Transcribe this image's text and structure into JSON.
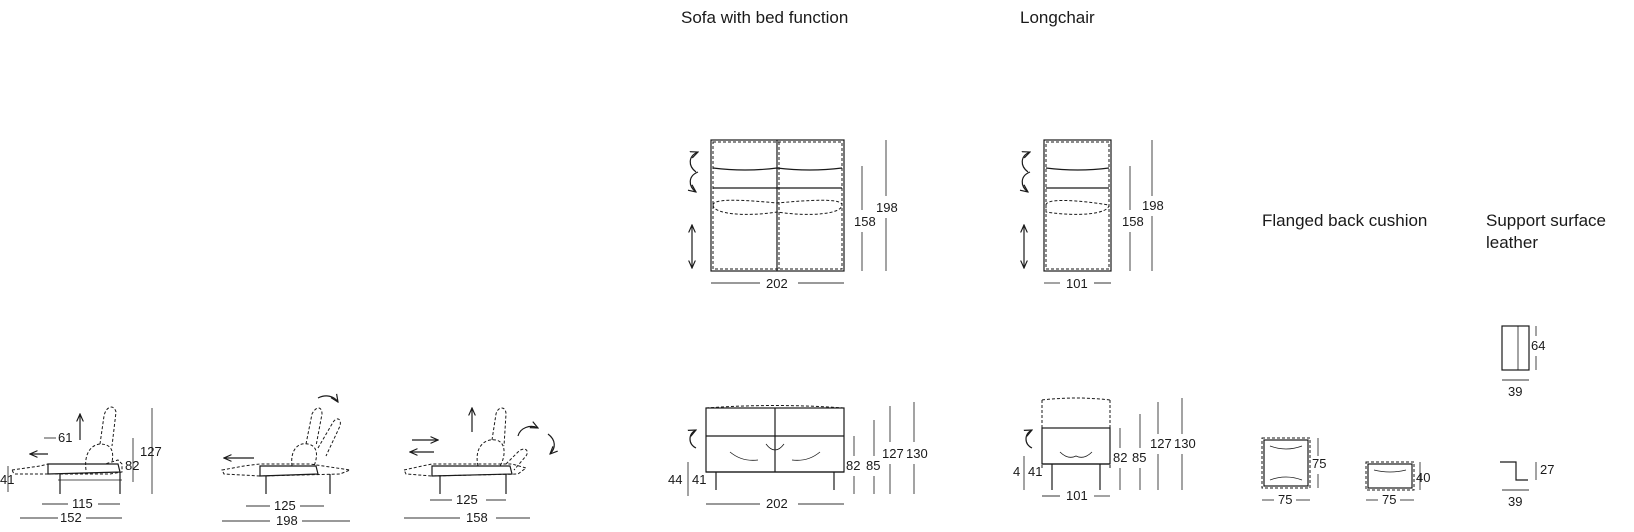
{
  "titles": {
    "sofa": "Sofa with bed function",
    "longchair": "Longchair",
    "flanged": "Flanged back cushion",
    "support_line1": "Support surface",
    "support_line2": "leather"
  },
  "side_view_1": {
    "seat_height": "41",
    "arm_offset": "61",
    "height": "82",
    "total_height": "127",
    "depth": "115",
    "total_depth": "152"
  },
  "side_view_2": {
    "depth": "125",
    "total_depth": "198"
  },
  "side_view_3": {
    "depth": "125",
    "total_depth": "158"
  },
  "sofa_top": {
    "width": "202",
    "seat_depth": "158",
    "total_depth": "198"
  },
  "sofa_front": {
    "dim_44": "44",
    "dim_41": "41",
    "width": "202",
    "dim_82": "82",
    "dim_85": "85",
    "dim_127": "127",
    "dim_130": "130"
  },
  "longchair_top": {
    "width": "101",
    "seat_depth": "158",
    "total_depth": "198"
  },
  "longchair_front": {
    "dim_4": "4",
    "dim_41": "41",
    "width": "101",
    "dim_82": "82",
    "dim_85": "85",
    "dim_127": "127",
    "dim_130": "130"
  },
  "cushion": {
    "height": "75",
    "width": "75",
    "side_width": "75",
    "side_height": "40"
  },
  "support": {
    "height": "64",
    "width": "39",
    "side_height": "27",
    "side_width": "39"
  }
}
